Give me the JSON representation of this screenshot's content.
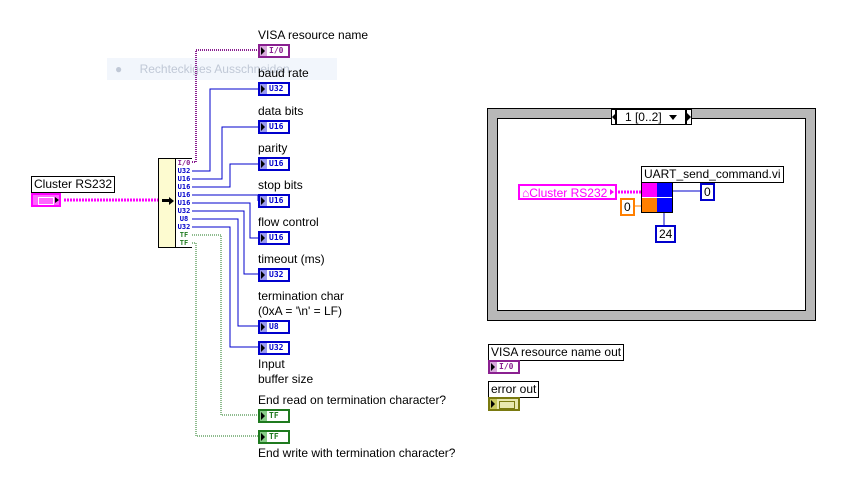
{
  "tooltip": {
    "text": "Rechteckiges Ausschneiden"
  },
  "input_cluster": {
    "label": "Cluster RS232"
  },
  "unbundle": {
    "types": [
      "I/0",
      "U32",
      "U16",
      "U16",
      "U16",
      "U16",
      "U32",
      "U8",
      "U32",
      "TF",
      "TF"
    ]
  },
  "outputs": [
    {
      "label": "VISA resource name",
      "type": "I/0"
    },
    {
      "label": "baud rate",
      "type": "U32"
    },
    {
      "label": "data bits",
      "type": "U16"
    },
    {
      "label": "parity",
      "type": "U16"
    },
    {
      "label": "stop bits",
      "type": "U16"
    },
    {
      "label": "flow control",
      "type": "U16"
    },
    {
      "label": "timeout (ms)",
      "type": "U32"
    },
    {
      "label": "termination char",
      "label2": "(0xA = '\\n' = LF)",
      "type": "U8"
    },
    {
      "label": "Input",
      "label2": "buffer size",
      "type": "U32"
    },
    {
      "label": "End read on termination character?",
      "type": "TF"
    },
    {
      "label": "End write with termination character?",
      "type": "TF"
    }
  ],
  "case_structure": {
    "selector": "1 [0..2]",
    "local_var": "Cluster RS232",
    "subvi": "UART_send_command.vi",
    "const_left": "0",
    "const_right": "0",
    "const_bottom": "24"
  },
  "indicators": {
    "visa_out": {
      "label": "VISA resource name out",
      "type": "I/0"
    },
    "error_out": {
      "label": "error out"
    }
  },
  "colors": {
    "u_int": "#0000cc",
    "refnum": "#8a2090",
    "boolean": "#1f7a1f",
    "cluster": "#ff00ff",
    "orange": "#ff7f00"
  }
}
